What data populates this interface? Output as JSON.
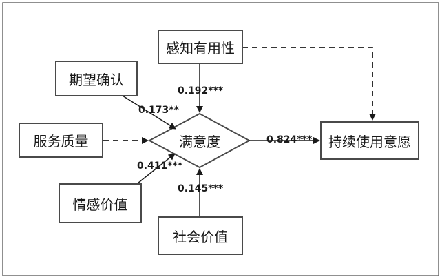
{
  "nodes": {
    "perceived_usefulness": "感知有用性",
    "expectation_confirmation": "期望确认",
    "service_quality": "服务质量",
    "satisfaction": "满意度",
    "continuance_intention": "持续使用意愿",
    "emotional_value": "情感价值",
    "social_value": "社会价值"
  },
  "paths": {
    "perceived_usefulness_to_satisfaction": "0.192***",
    "expectation_confirmation_to_satisfaction": "0.173**",
    "emotional_value_to_satisfaction": "0.411***",
    "social_value_to_satisfaction": "0.145***",
    "satisfaction_to_continuance": "0.824***"
  },
  "colors": {
    "line": "#1a1a1a",
    "frame": "#6a6a6a",
    "box_border": "#4a4a4a"
  }
}
